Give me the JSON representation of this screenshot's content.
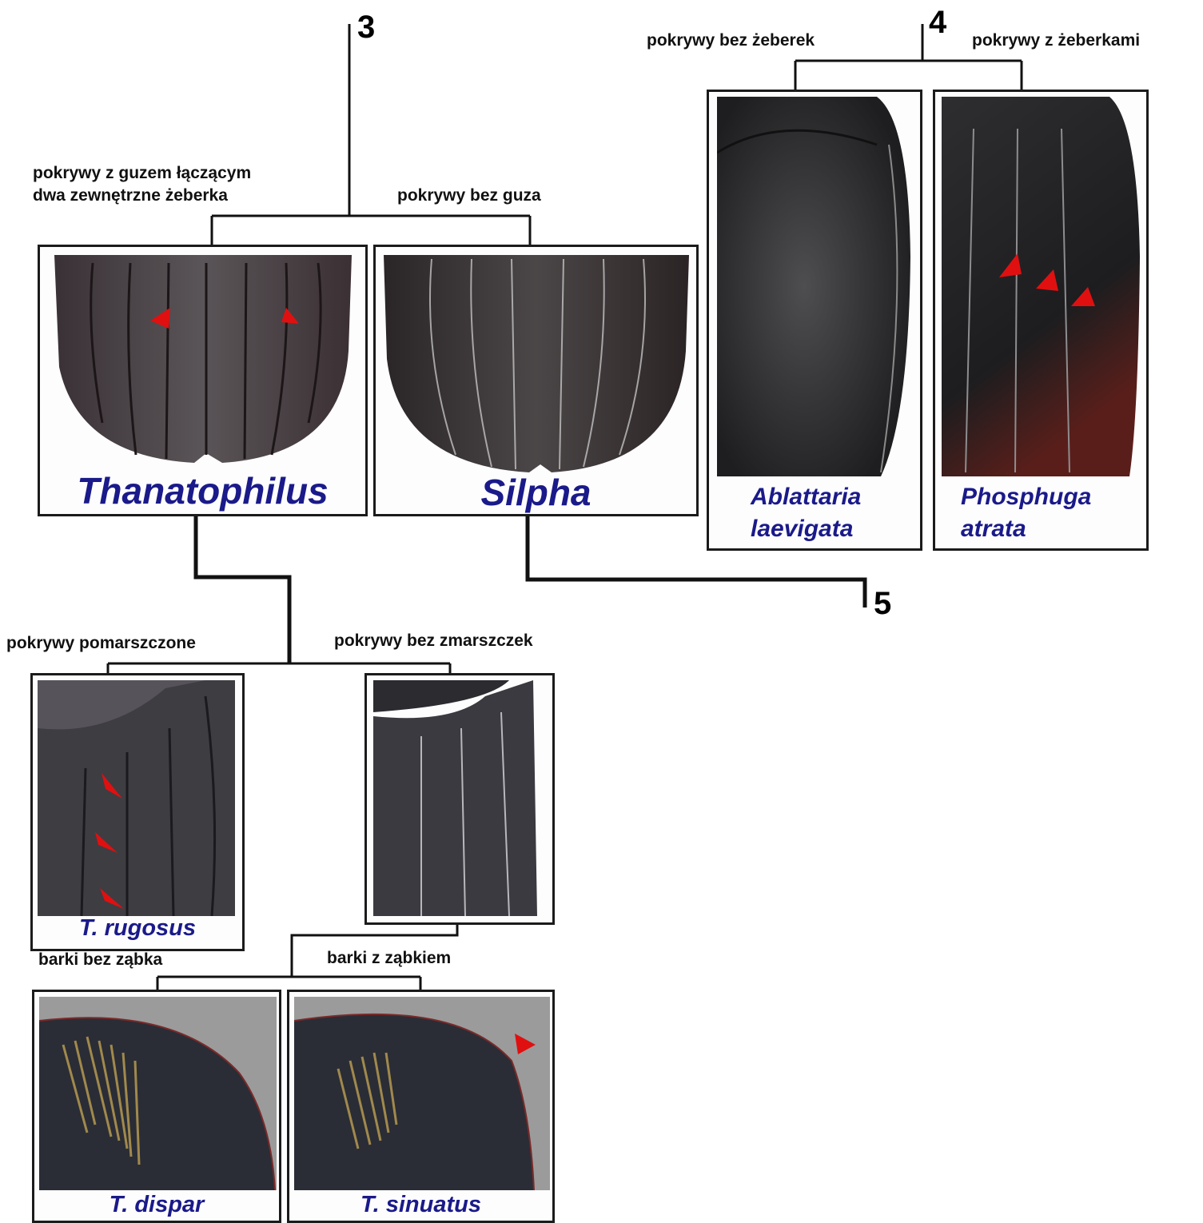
{
  "key": {
    "couplet3": {
      "number": "3",
      "left_label_line1": "pokrywy z guzem łączącym",
      "left_label_line2": "dwa zewnętrzne żeberka",
      "right_label": "pokrywy bez guza",
      "left_taxon": "Thanatophilus",
      "right_taxon": "Silpha"
    },
    "couplet4": {
      "number": "4",
      "left_label": "pokrywy bez żeberek",
      "right_label": "pokrywy z żeberkami",
      "left_taxon_line1": "Ablattaria",
      "left_taxon_line2": "laevigata",
      "right_taxon_line1": "Phosphuga",
      "right_taxon_line2": "atrata"
    },
    "lead5": {
      "number": "5"
    },
    "thanatophilus_split": {
      "left_label": "pokrywy pomarszczone",
      "right_label": "pokrywy bez zmarszczek",
      "left_taxon": "T. rugosus"
    },
    "shoulder_split": {
      "left_label": "barki bez ząbka",
      "right_label": "barki z ząbkiem",
      "left_taxon": "T. dispar",
      "right_taxon": "T. sinuatus"
    }
  },
  "colors": {
    "taxon_text": "#1a1a8a",
    "arrow_marker": "#e01010",
    "panel_border": "#1b1b1b",
    "connector": "#111111"
  }
}
